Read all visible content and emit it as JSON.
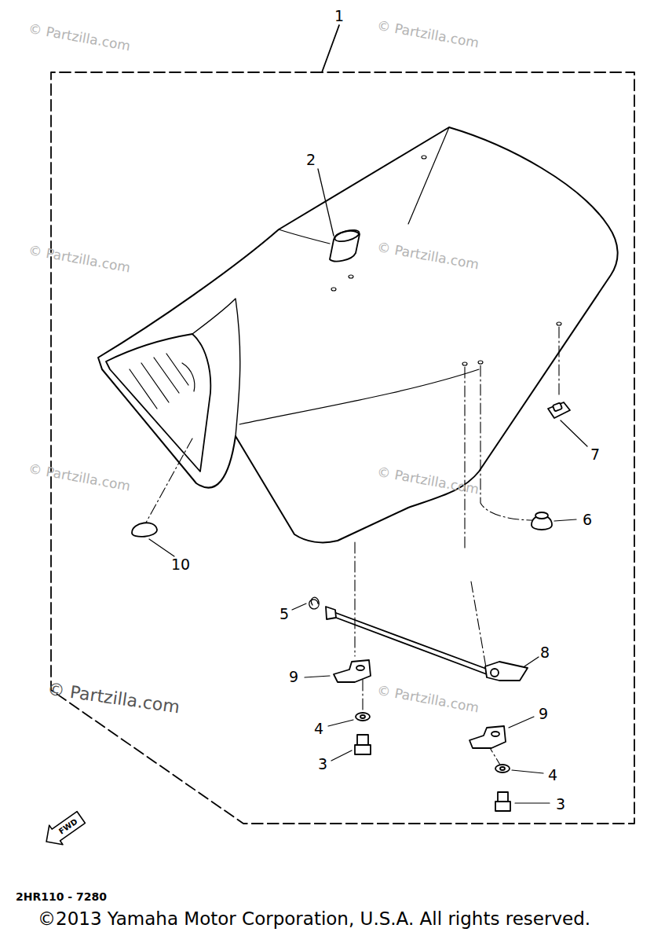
{
  "diagram": {
    "caption": "©2013 Yamaha Motor Corporation, U.S.A. All rights reserved.",
    "labels": [
      "1",
      "2",
      "7",
      "6",
      "10",
      "5",
      "8",
      "9",
      "4",
      "3",
      "9",
      "4",
      "3",
      "FWD",
      "2HR110 - 7280",
      "© Partzilla.com",
      "© Partzilla.com",
      "© Partzilla.com",
      "© Partzilla.com",
      "© Partzilla.com",
      "© Partzilla.com",
      "© Partzilla.com",
      "© Partzilla.com"
    ]
  }
}
